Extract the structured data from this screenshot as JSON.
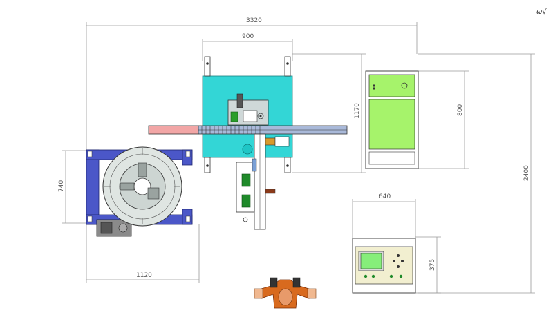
{
  "dimensions": {
    "overall_width": "3320",
    "gantry_width": "900",
    "gantry_depth": "1170",
    "cabinet_depth": "800",
    "overall_depth": "2400",
    "positioner_depth": "740",
    "positioner_width": "1120",
    "control_box_width": "640",
    "control_box_depth": "375"
  },
  "corner_mark": "ω√",
  "colors": {
    "gantry_plate": "#33d6d6",
    "beam_blue": "#a9b9d9",
    "beam_red": "#f2a6a6",
    "positioner_frame": "#4b57c8",
    "turntable": "#dfe5e2",
    "cabinet_green": "#a6f36b",
    "control_box_panel": "#f2efd0",
    "screen_green": "#86ee7a",
    "torch_green": "#1f8a2a",
    "operator_skin": "#d86a1e"
  }
}
